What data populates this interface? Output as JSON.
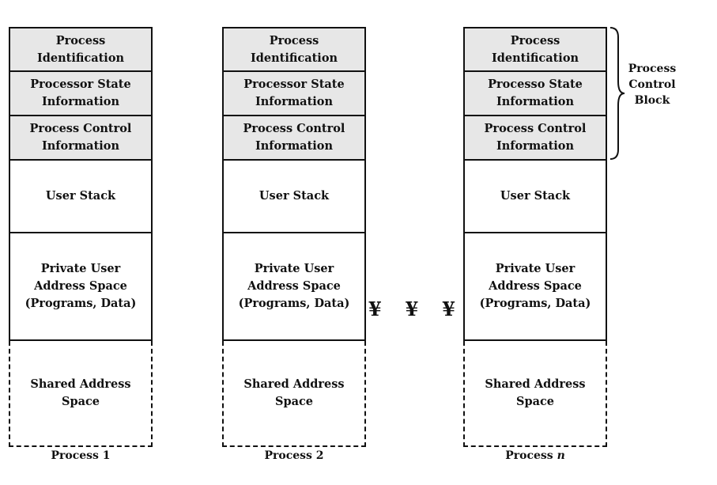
{
  "columns": [
    {
      "pcb": [
        "Process\nIdentification",
        "Processor State\nInformation",
        "Process Control\nInformation"
      ],
      "user_stack": "User Stack",
      "private_space": "Private User\nAddress Space\n(Programs, Data)",
      "shared_space": "Shared Address\nSpace",
      "caption": "Process 1"
    },
    {
      "pcb": [
        "Process\nIdentification",
        "Processor State\nInformation",
        "Process Control\nInformation"
      ],
      "user_stack": "User Stack",
      "private_space": "Private User\nAddress Space\n(Programs, Data)",
      "shared_space": "Shared Address\nSpace",
      "caption": "Process 2"
    },
    {
      "pcb": [
        "Process\nIdentification",
        "Processo State\nInformation",
        "Process Control\nInformation"
      ],
      "user_stack": "User Stack",
      "private_space": "Private User\nAddress Space\n(Programs, Data)",
      "shared_space": "Shared Address\nSpace",
      "caption_prefix": "Process",
      "caption_var": "n"
    }
  ],
  "ellipsis": [
    "¥",
    "¥",
    "¥"
  ],
  "pcb_label": "Process\nControl\nBlock",
  "colors": {
    "pcb_fill": "#e7e7e7",
    "stroke": "#111111",
    "background": "#ffffff"
  }
}
